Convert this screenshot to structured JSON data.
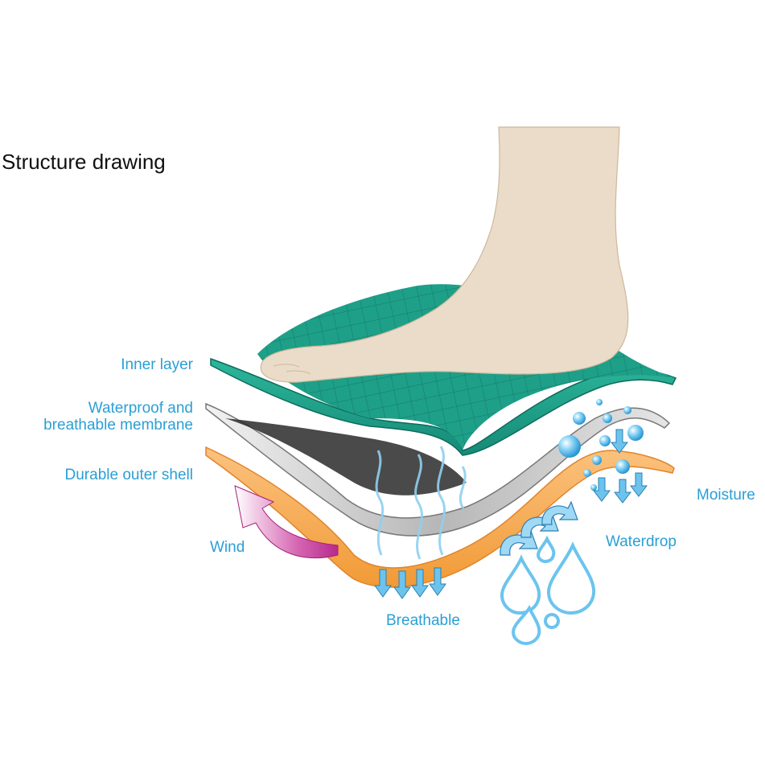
{
  "title": "Structure drawing",
  "labels": {
    "inner_layer": "Inner layer",
    "membrane_line1": "Waterproof and",
    "membrane_line2": "breathable membrane",
    "outer_shell": "Durable outer shell",
    "wind": "Wind",
    "breathable": "Breathable",
    "waterdrop": "Waterdrop",
    "moisture": "Moisture"
  },
  "colors": {
    "label_text": "#2a9fd6",
    "skin": "#eadcc9",
    "inner_layer": "#1fa08a",
    "membrane": "#c9c9c9",
    "outer_shell": "#f4a54a",
    "wind_arrow": "#c8339a",
    "water": "#6cc4ee"
  }
}
